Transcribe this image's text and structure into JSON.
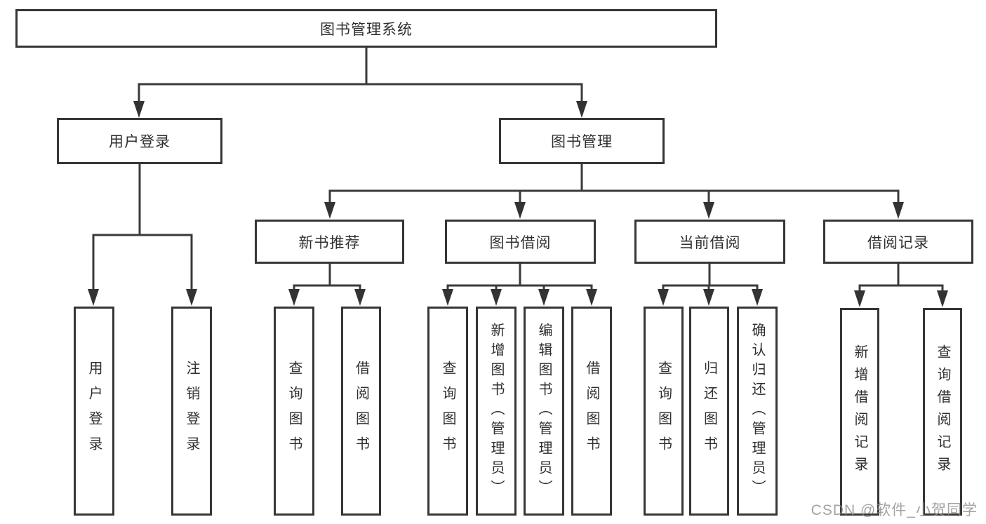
{
  "colors": {
    "line": "#3a3a3a",
    "box_border": "#363636",
    "text": "#2f2f2f",
    "watermark": "#8c8c8c",
    "background": "#ffffff"
  },
  "watermark": {
    "text": "CSDN @软件_小贺同学"
  },
  "tree": {
    "root": {
      "label": "图书管理系统"
    },
    "branches": [
      {
        "label": "用户登录",
        "children": [
          {
            "label": "用户登录"
          },
          {
            "label": "注销登录"
          }
        ]
      },
      {
        "label": "图书管理",
        "sections": [
          {
            "label": "新书推荐",
            "children": [
              {
                "label": "查询图书"
              },
              {
                "label": "借阅图书"
              }
            ]
          },
          {
            "label": "图书借阅",
            "children": [
              {
                "label": "查询图书"
              },
              {
                "label": "新增图书（管理员）"
              },
              {
                "label": "编辑图书（管理员）"
              },
              {
                "label": "借阅图书"
              }
            ]
          },
          {
            "label": "当前借阅",
            "children": [
              {
                "label": "查询图书"
              },
              {
                "label": "归还图书"
              },
              {
                "label": "确认归还（管理员）"
              }
            ]
          },
          {
            "label": "借阅记录",
            "children": [
              {
                "label": "新增借阅记录"
              },
              {
                "label": "查询借阅记录"
              }
            ]
          }
        ]
      }
    ]
  }
}
